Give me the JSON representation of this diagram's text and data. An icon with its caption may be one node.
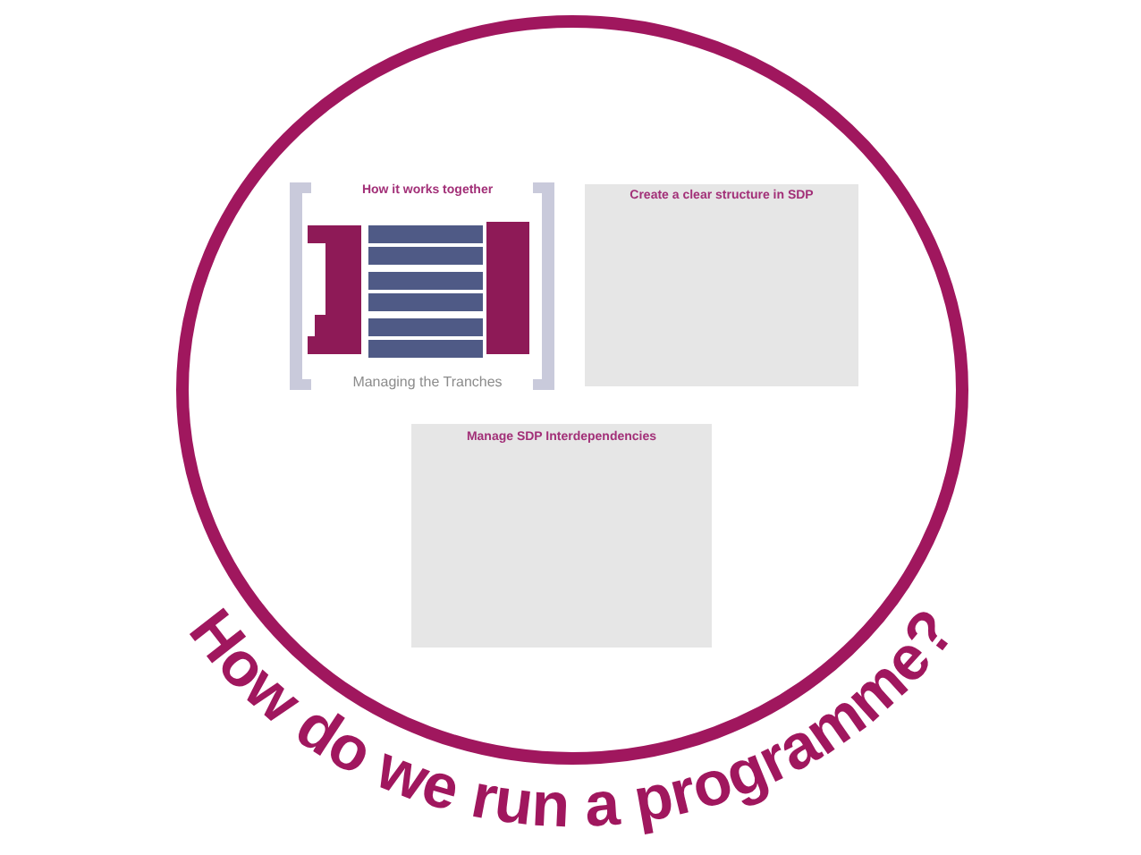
{
  "diagram": {
    "nodes": [
      {
        "text": [
          "How do we run a programme?"
        ]
      },
      {
        "text": [
          "How it works together",
          "Managing the Tranches"
        ],
        "in": 0
      },
      {
        "text": [
          "Create a clear structure in SDP"
        ],
        "in": 0
      },
      {
        "text": [
          "Manage SDP Interdependencies"
        ],
        "in": 0
      }
    ]
  }
}
